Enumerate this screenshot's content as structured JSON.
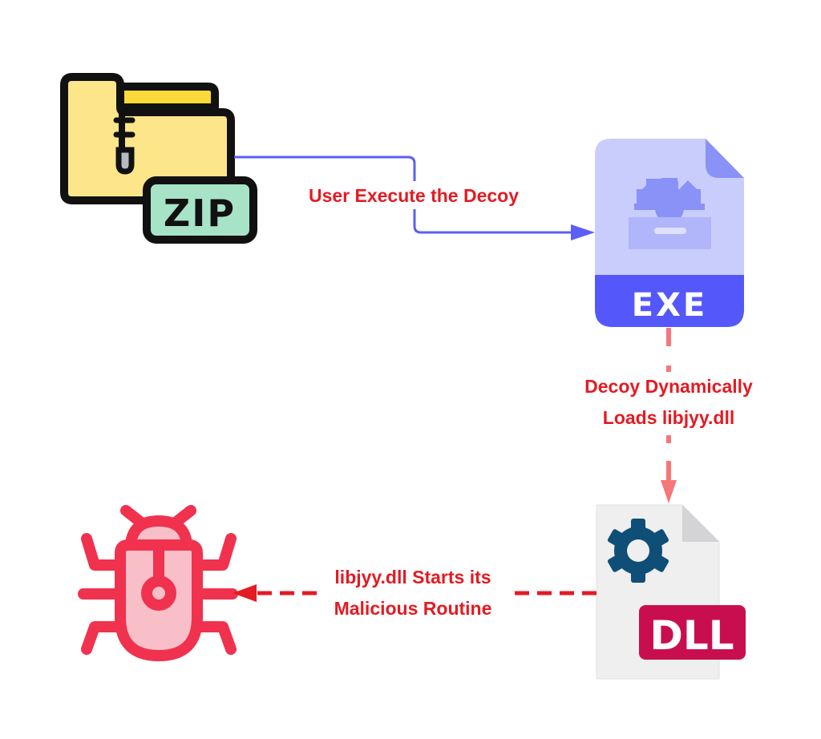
{
  "diagram": {
    "title": "",
    "colors": {
      "label_red": "#e31b23",
      "arrow_blue": "#5b5ff5",
      "arrow_salmon": "#f6777a",
      "arrow_red": "#e31b23",
      "zip_folder": "#fde68a",
      "zip_badge": "#a7e3c7",
      "exe_body": "#c9cdfb",
      "exe_band": "#5458fb",
      "dll_body": "#efeff0",
      "dll_gear": "#0f4e77",
      "dll_badge": "#c90e4f",
      "bug": "#f0324e",
      "bug_fill": "#f9bfc8"
    },
    "nodes": [
      {
        "id": "zip",
        "icon": "zip-folder-icon",
        "badge": "ZIP"
      },
      {
        "id": "exe",
        "icon": "exe-file-icon",
        "badge": "EXE"
      },
      {
        "id": "dll",
        "icon": "dll-file-icon",
        "badge": "DLL"
      },
      {
        "id": "malware",
        "icon": "bug-icon",
        "badge": ""
      }
    ],
    "edges": [
      {
        "from": "zip",
        "to": "exe",
        "style": "solid",
        "label_lines": [
          "User Execute the Decoy"
        ]
      },
      {
        "from": "exe",
        "to": "dll",
        "style": "dashed",
        "label_lines": [
          "Decoy Dynamically",
          "Loads libjyy.dll"
        ]
      },
      {
        "from": "dll",
        "to": "malware",
        "style": "dashed",
        "label_lines": [
          "libjyy.dll Starts its",
          "Malicious Routine"
        ]
      }
    ]
  }
}
